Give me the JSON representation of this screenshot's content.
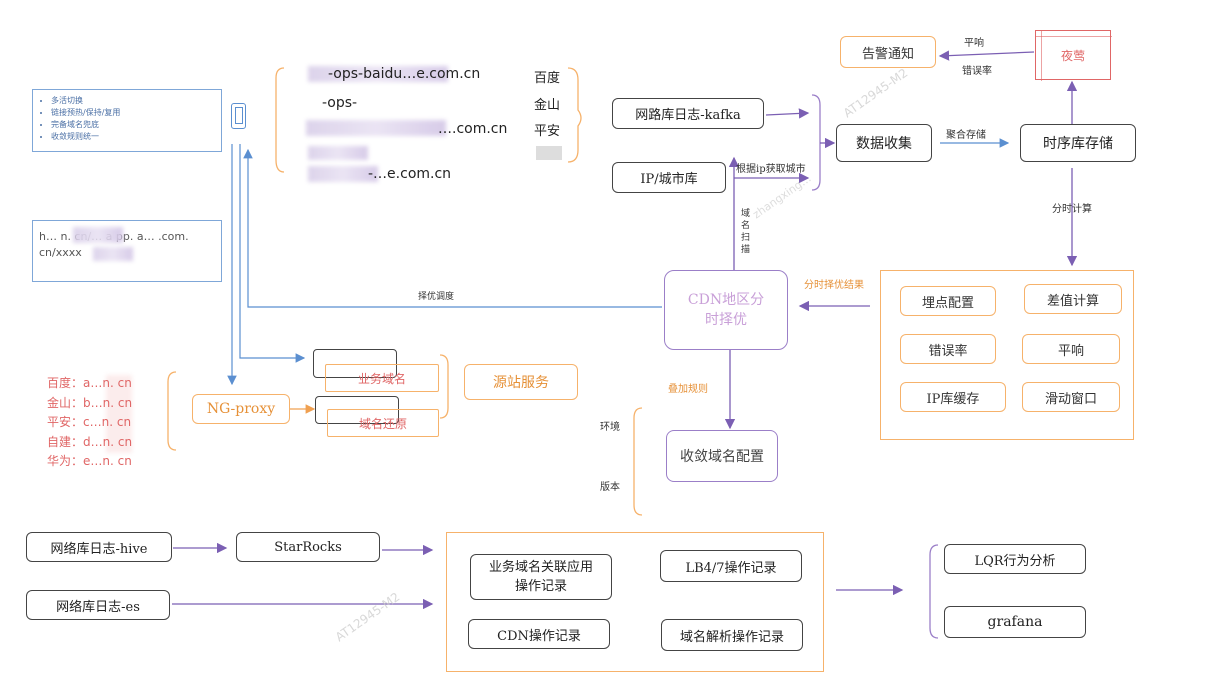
{
  "notes": {
    "left_top": [
      "多活切换",
      "链接预热/保持/复用",
      "完备域名兜底",
      "收敛规则统一"
    ],
    "url_text": "h… n. cn/… a pp. a… .com. cn/xxxx"
  },
  "domains": {
    "items": [
      "-ops-baidu…e.com.cn",
      "-ops-",
      "….com.cn",
      "-…e.com.cn"
    ],
    "vendors": [
      "百度",
      "金山",
      "平安",
      ""
    ]
  },
  "left_domains": [
    {
      "vendor": "百度：",
      "domain": "a…n. cn"
    },
    {
      "vendor": "金山：",
      "domain": "b…n. cn"
    },
    {
      "vendor": "平安：",
      "domain": "c…n. cn"
    },
    {
      "vendor": "自建：",
      "domain": "d…n. cn"
    },
    {
      "vendor": "华为：",
      "domain": "e…n. cn"
    }
  ],
  "boxes": {
    "kafka": "网路库日志-kafka",
    "ipcity": "IP/城市库",
    "collect": "数据收集",
    "tsdb": "时序库存储",
    "alert": "告警通知",
    "nightingale": "夜莺",
    "cdn": "CDN地区分时择优",
    "config": "收敛域名配置",
    "ngproxy": "NG-proxy",
    "biz_domain": "业务域名",
    "domain_restore": "域名还原",
    "origin": "源站服务",
    "metrics": [
      "埋点配置",
      "差值计算",
      "错误率",
      "平响",
      "IP库缓存",
      "滑动窗口"
    ],
    "hive": "网络库日志-hive",
    "es": "网络库日志-es",
    "starrocks": "StarRocks",
    "records": [
      "业务域名关联应用操作记录",
      "LB4/7操作记录",
      "CDN操作记录",
      "域名解析操作记录"
    ],
    "lqr": "LQR行为分析",
    "grafana": "grafana"
  },
  "labels": {
    "avg_resp": "平响",
    "error_rate": "错误率",
    "aggregate": "聚合存储",
    "ip_city": "根据ip获取城市",
    "timeshare": "分时计算",
    "scan": "域名扫描",
    "result": "分时择优结果",
    "dispatch": "择优调度",
    "overlay": "叠加规则",
    "env": "环境",
    "version": "版本"
  },
  "watermarks": [
    "AT12945-M2",
    "zhangxing…"
  ],
  "colors": {
    "orange": "#f6b26b",
    "purple": "#9b7fc8",
    "blue": "#7fa7d8",
    "red": "#e06666",
    "dark": "#444444"
  }
}
